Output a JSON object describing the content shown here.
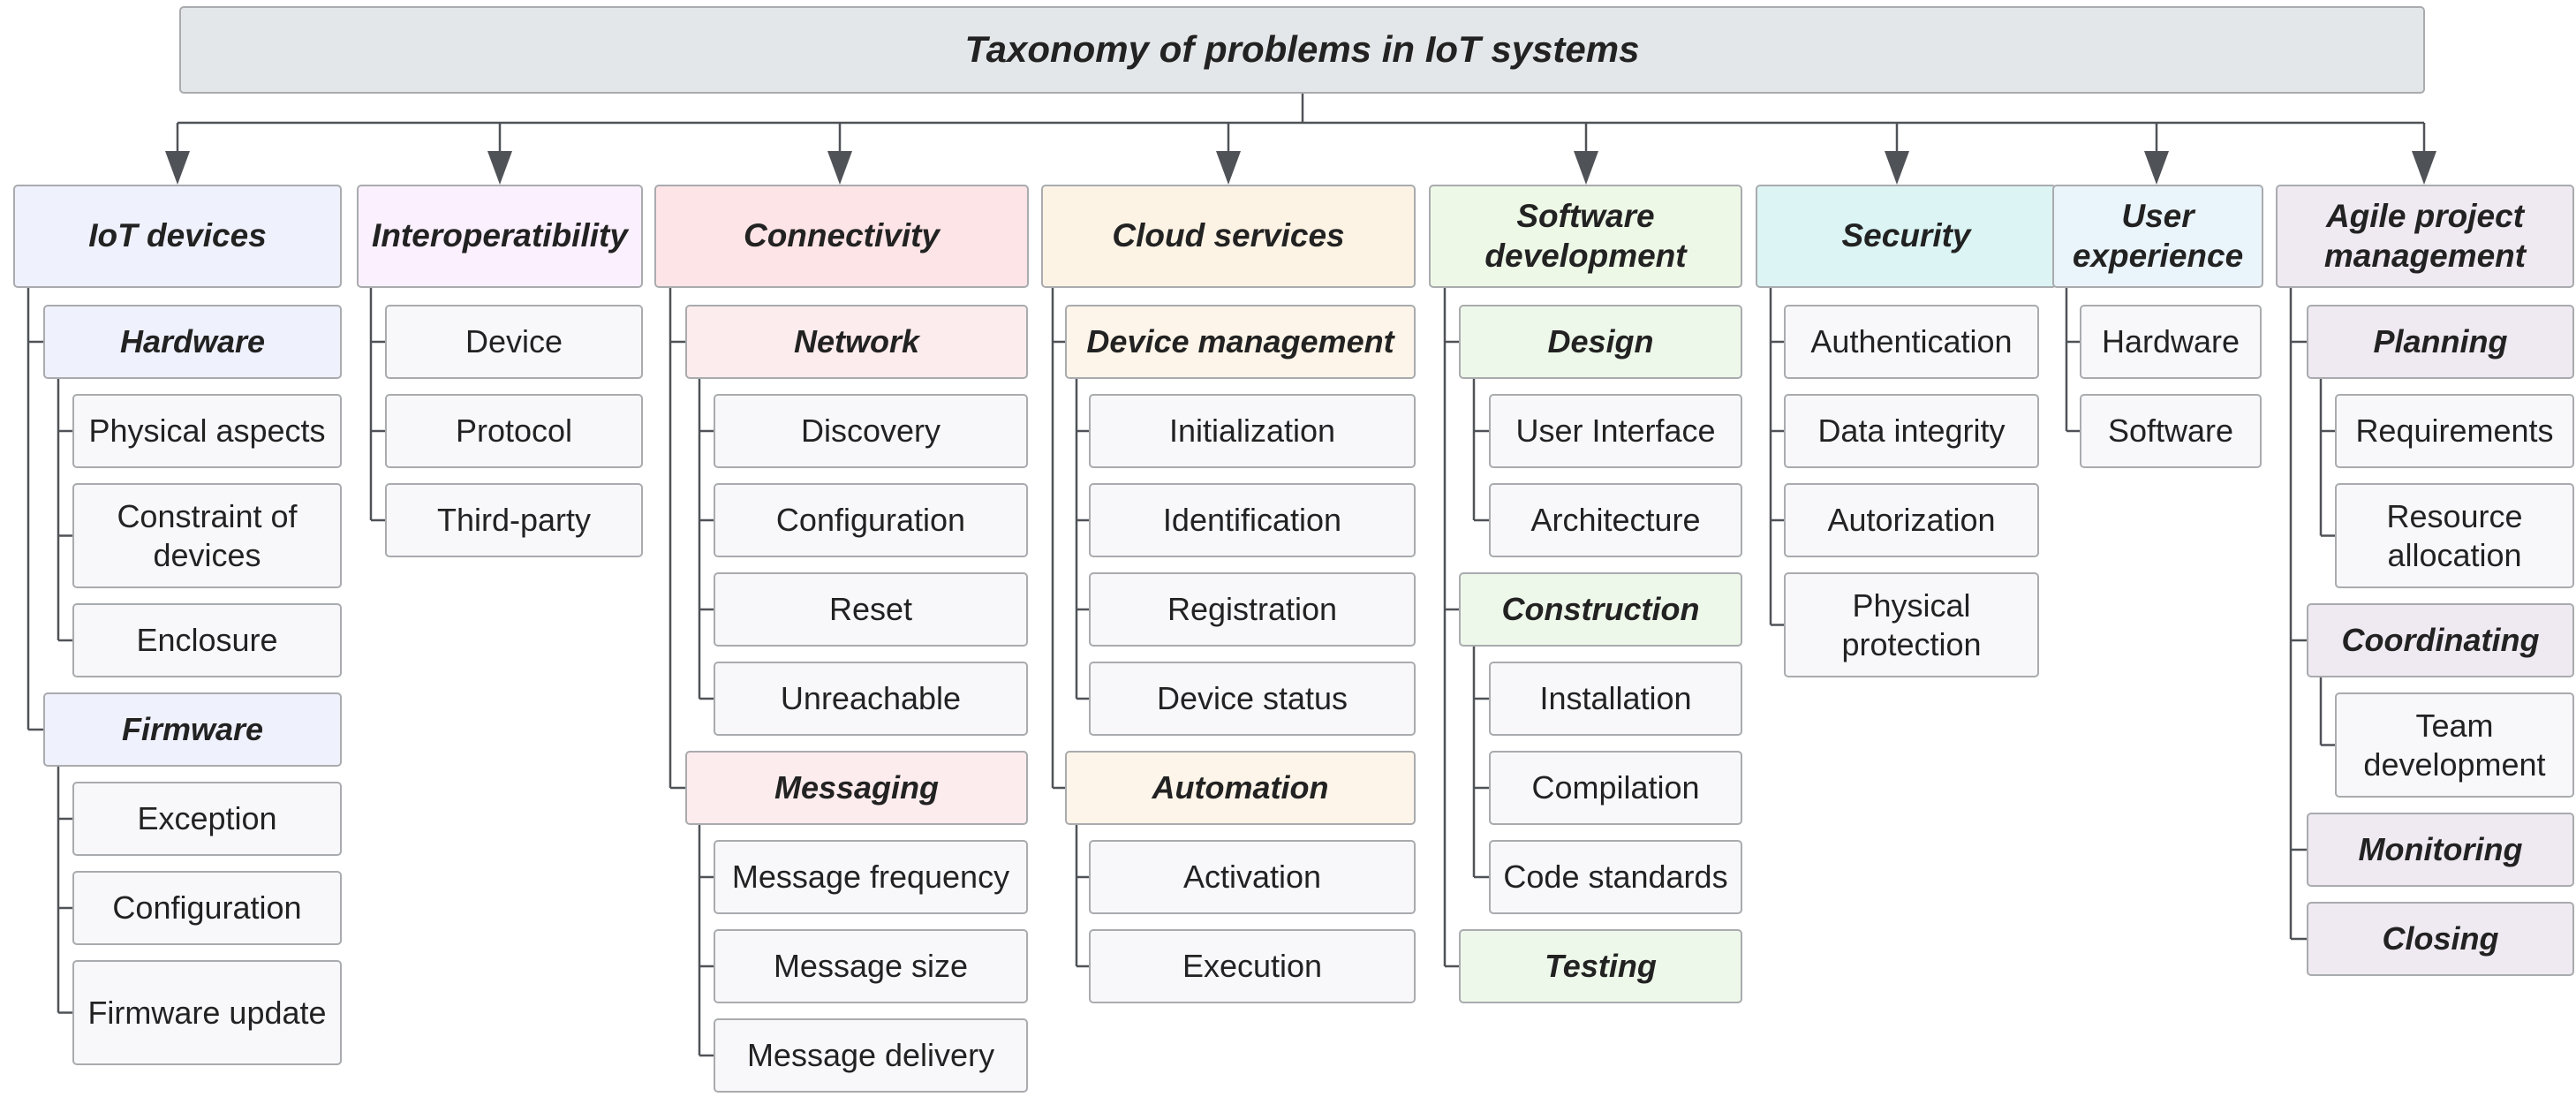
{
  "title": "Taxonomy of problems in IoT systems",
  "colors": {
    "root_fill": "#e4e7e9",
    "border": "#a9abae",
    "connector": "#4f5257",
    "leaf_fill": "#f8f8fb"
  },
  "categories": [
    {
      "label": "IoT devices",
      "fill": "#eff1fd",
      "children": [
        {
          "label": "Hardware",
          "fill": "#eff1fd",
          "children": [
            "Physical aspects",
            "Constraint of devices",
            "Enclosure"
          ]
        },
        {
          "label": "Firmware",
          "fill": "#eff1fd",
          "children": [
            "Exception",
            "Configuration",
            "Firmware update"
          ]
        }
      ]
    },
    {
      "label": "Interoperatibility",
      "fill": "#fbf0fd",
      "children": [
        {
          "label": "Device"
        },
        {
          "label": "Protocol"
        },
        {
          "label": "Third-party"
        }
      ]
    },
    {
      "label": "Connectivity",
      "fill": "#fde4e6",
      "children": [
        {
          "label": "Network",
          "fill": "#fdecee",
          "children": [
            "Discovery",
            "Configuration",
            "Reset",
            "Unreachable"
          ]
        },
        {
          "label": "Messaging",
          "fill": "#fdecee",
          "children": [
            "Message frequency",
            "Message size",
            "Message delivery"
          ]
        }
      ]
    },
    {
      "label": "Cloud services",
      "fill": "#fdf3e5",
      "children": [
        {
          "label": "Device management",
          "fill": "#fdf5e9",
          "children": [
            "Initialization",
            "Identification",
            "Registration",
            "Device status"
          ]
        },
        {
          "label": "Automation",
          "fill": "#fdf5e9",
          "children": [
            "Activation",
            "Execution"
          ]
        }
      ]
    },
    {
      "label": "Software development",
      "fill": "#eef8e7",
      "children": [
        {
          "label": "Design",
          "fill": "#eef8ea",
          "children": [
            "User Interface",
            "Architecture"
          ]
        },
        {
          "label": "Construction",
          "fill": "#eef8ea",
          "children": [
            "Installation",
            "Compilation",
            "Code standards"
          ]
        },
        {
          "label": "Testing",
          "fill": "#eef8ea",
          "children": []
        }
      ]
    },
    {
      "label": "Security",
      "fill": "#dcf5f4",
      "children": [
        {
          "label": "Authentication"
        },
        {
          "label": "Data integrity"
        },
        {
          "label": "Autorization"
        },
        {
          "label": "Physical protection"
        }
      ]
    },
    {
      "label": "User experience",
      "fill": "#eaf4fb",
      "children": [
        {
          "label": "Hardware"
        },
        {
          "label": "Software"
        }
      ]
    },
    {
      "label": "Agile project management",
      "fill": "#efe9f1",
      "children": [
        {
          "label": "Planning",
          "fill": "#efe9f1",
          "children": [
            "Requirements",
            "Resource allocation"
          ]
        },
        {
          "label": "Coordinating",
          "fill": "#efe9f1",
          "children": [
            "Team development"
          ]
        },
        {
          "label": "Monitoring",
          "fill": "#efe9f1",
          "children": []
        },
        {
          "label": "Closing",
          "fill": "#efe9f1",
          "children": []
        }
      ]
    }
  ]
}
